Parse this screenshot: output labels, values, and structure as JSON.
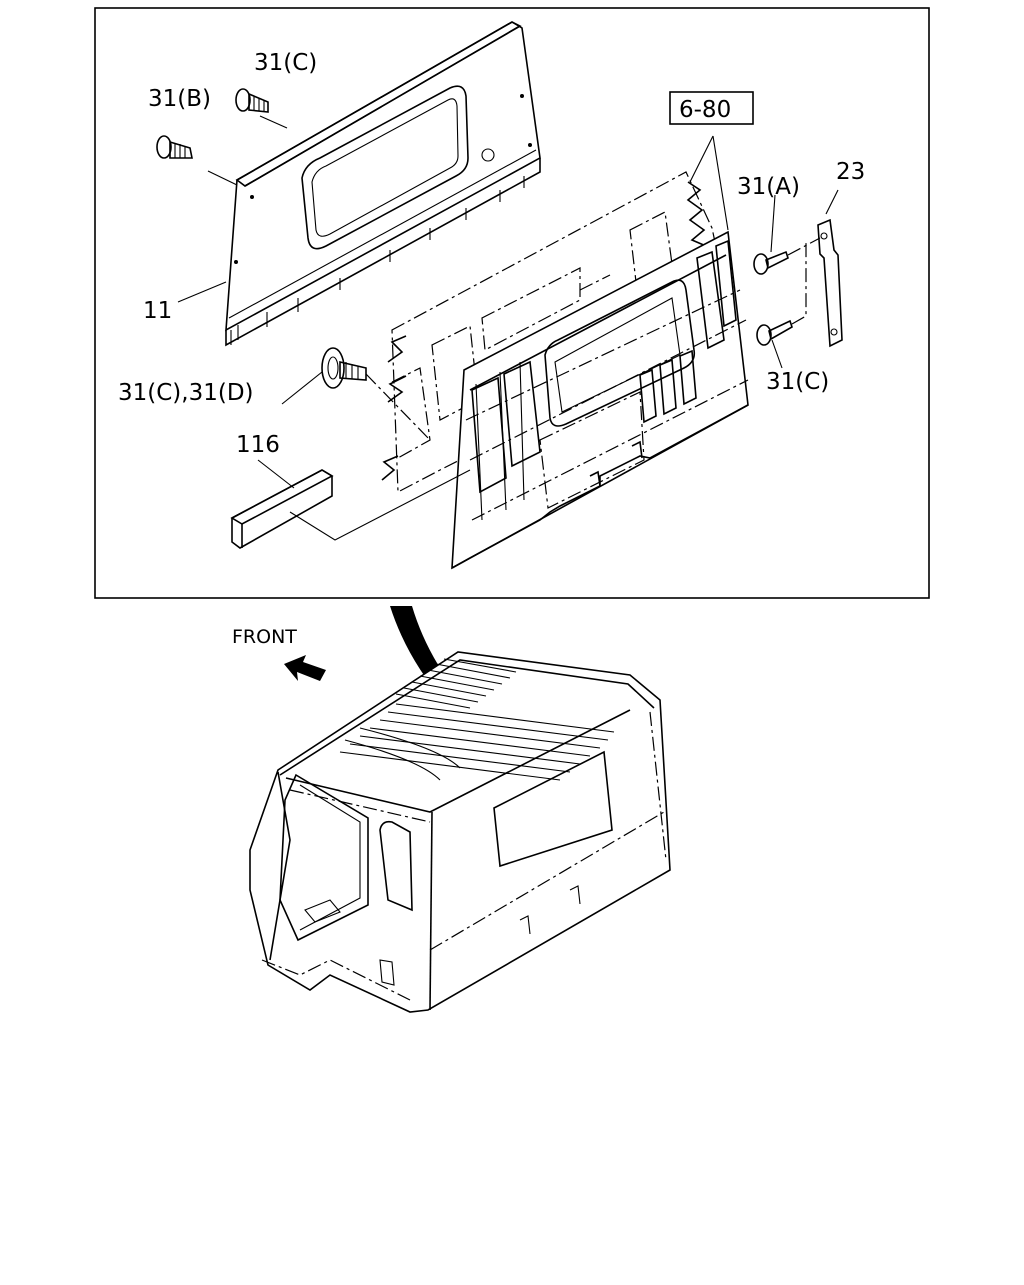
{
  "labels": {
    "p31b": "31(B)",
    "p31c_top": "31(C)",
    "p11": "11",
    "p31cd": "31(C),31(D)",
    "p116": "116",
    "ref680": "6-80",
    "p31a": "31(A)",
    "p23": "23",
    "p31c_right": "31(C)",
    "front": "FRONT"
  }
}
